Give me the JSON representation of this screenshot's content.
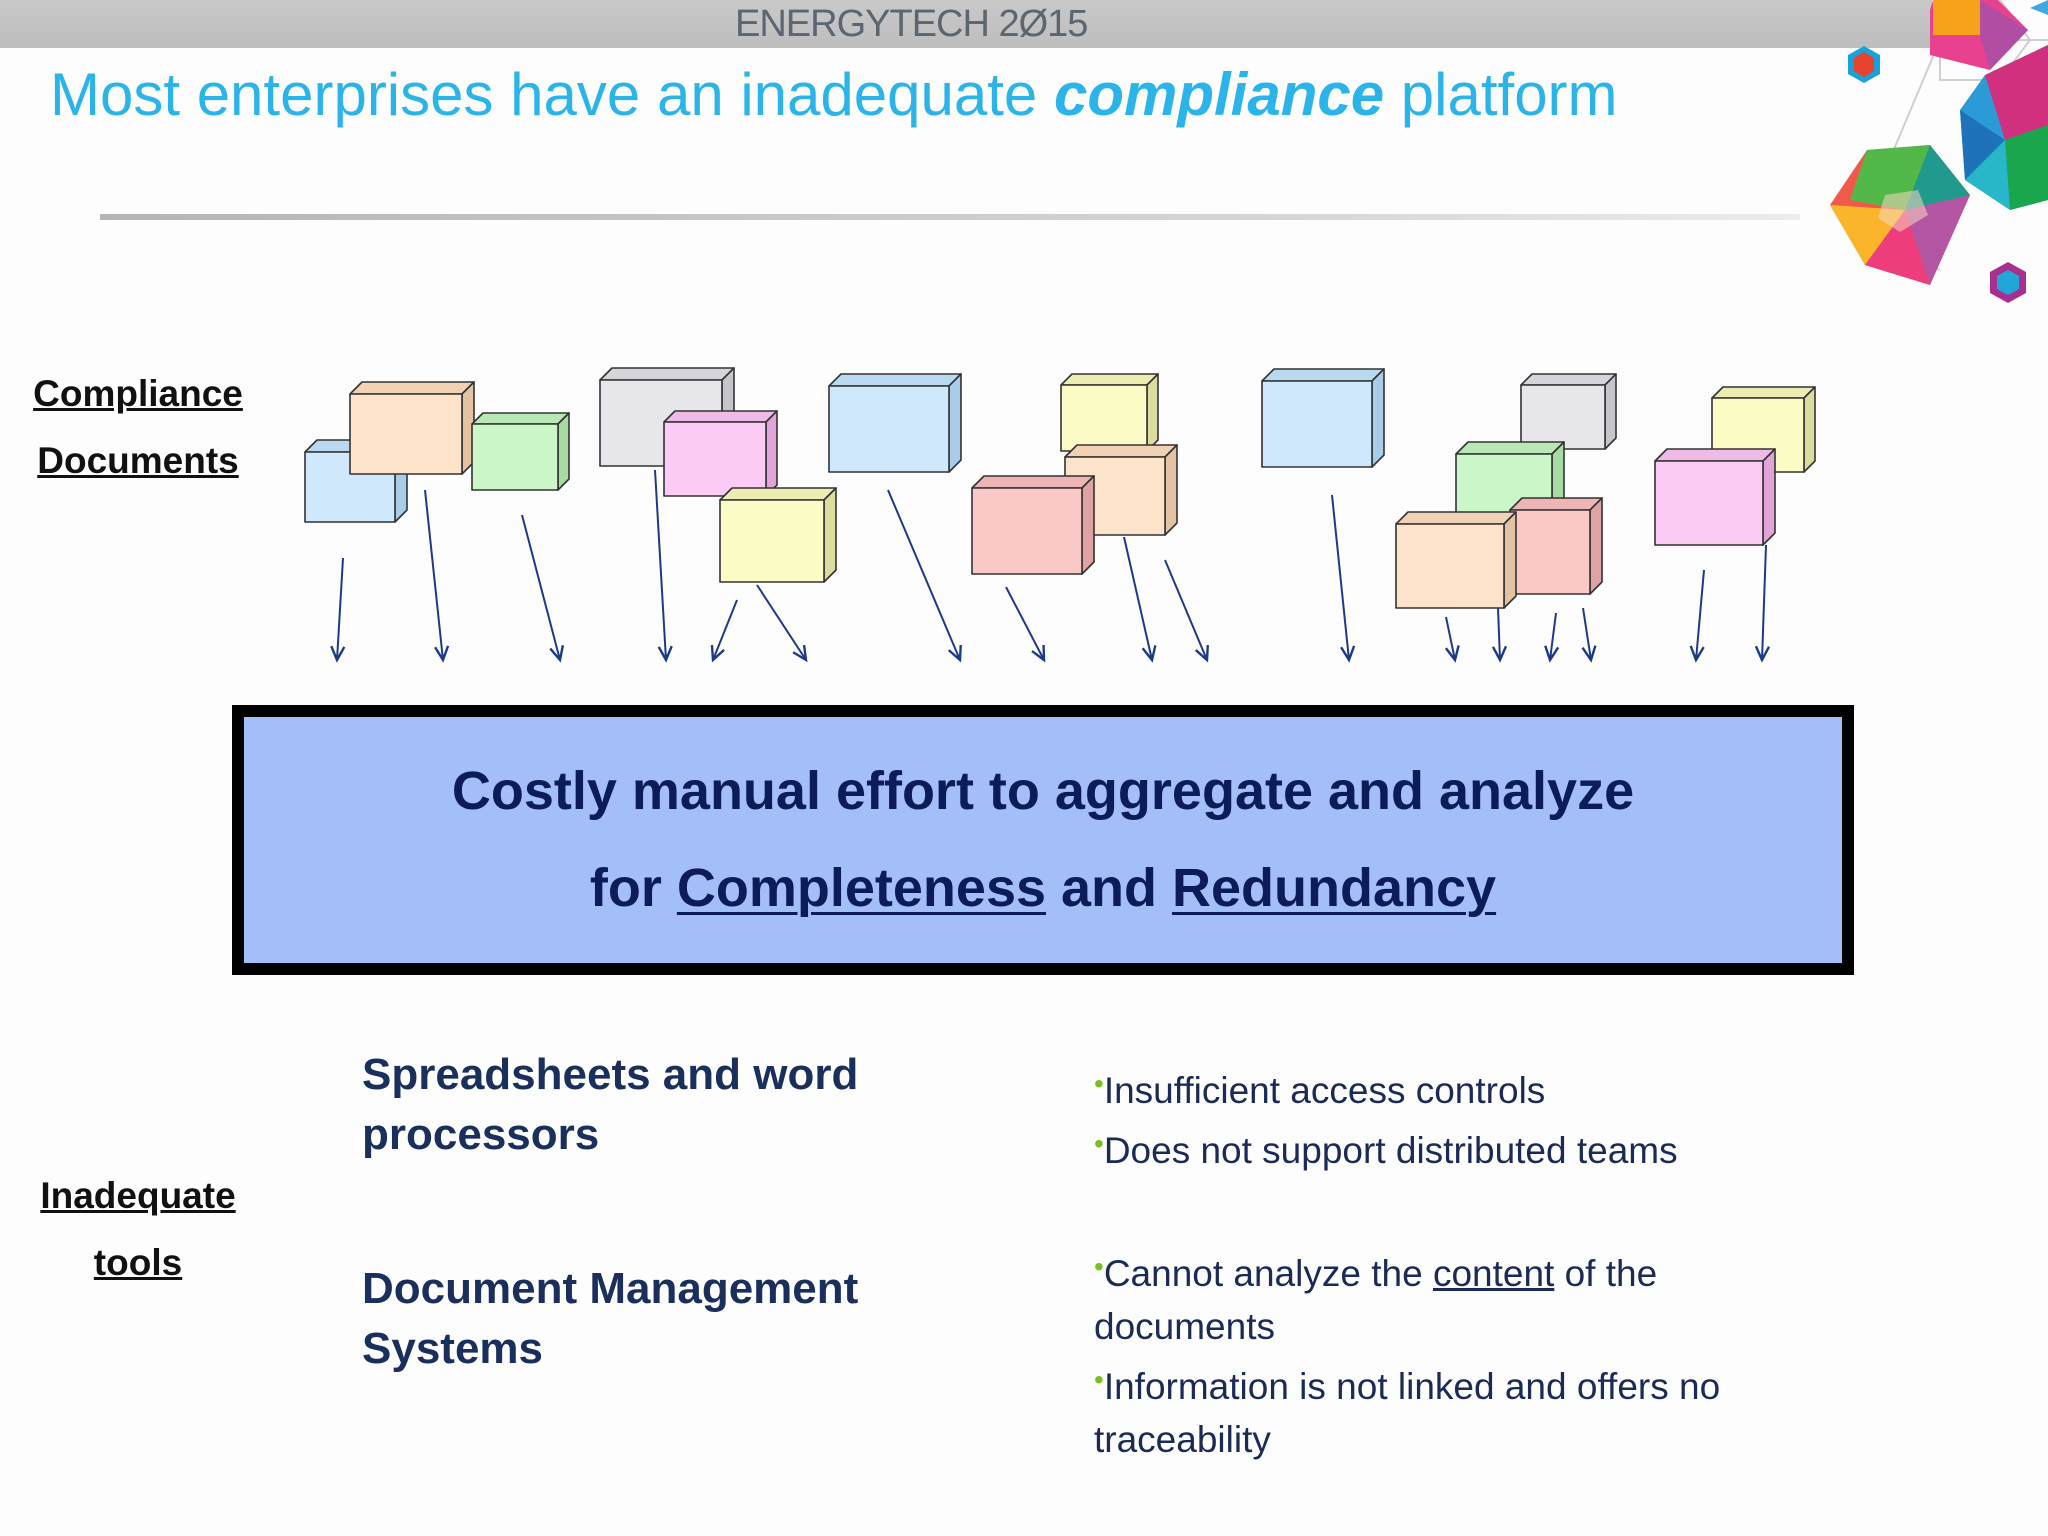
{
  "header": {
    "event_logo": "ENERGYTECH 2Ø15",
    "title_pre": "Most enterprises have an inadequate ",
    "title_emphasis": "compliance",
    "title_post": " platform"
  },
  "labels": {
    "documents_line1": "Compliance",
    "documents_line2": "Documents",
    "tools_line1": "Inadequate",
    "tools_line2": "tools"
  },
  "main_box": {
    "line1": "Costly manual effort to aggregate and analyze",
    "line2_for": "for ",
    "line2_completeness": "Completeness",
    "line2_and": " and ",
    "line2_redundancy": "Redundancy"
  },
  "tools": [
    {
      "name": "Spreadsheets and word processors",
      "issues": [
        {
          "pre": "Insufficient access controls"
        },
        {
          "pre": "Does not support distributed teams"
        }
      ]
    },
    {
      "name": "Document Management Systems",
      "issues": [
        {
          "pre": "Cannot analyze the ",
          "link": "content",
          "post": " of the documents"
        },
        {
          "pre": "Information is not linked and offers no traceability"
        }
      ]
    }
  ],
  "bullet_glyph": "•",
  "colors": {
    "title": "#2ab4ea",
    "box_fill": "#a4befa",
    "box_text": "#0c1b5a",
    "bullet": "#78c020",
    "arrow": "#1d3a8a"
  },
  "document_icons": [
    "light-blue",
    "peach",
    "green",
    "grey",
    "pink",
    "yellow",
    "light-blue",
    "yellow",
    "peach",
    "salmon",
    "light-blue",
    "grey",
    "green",
    "salmon",
    "peach",
    "yellow",
    "pink"
  ]
}
